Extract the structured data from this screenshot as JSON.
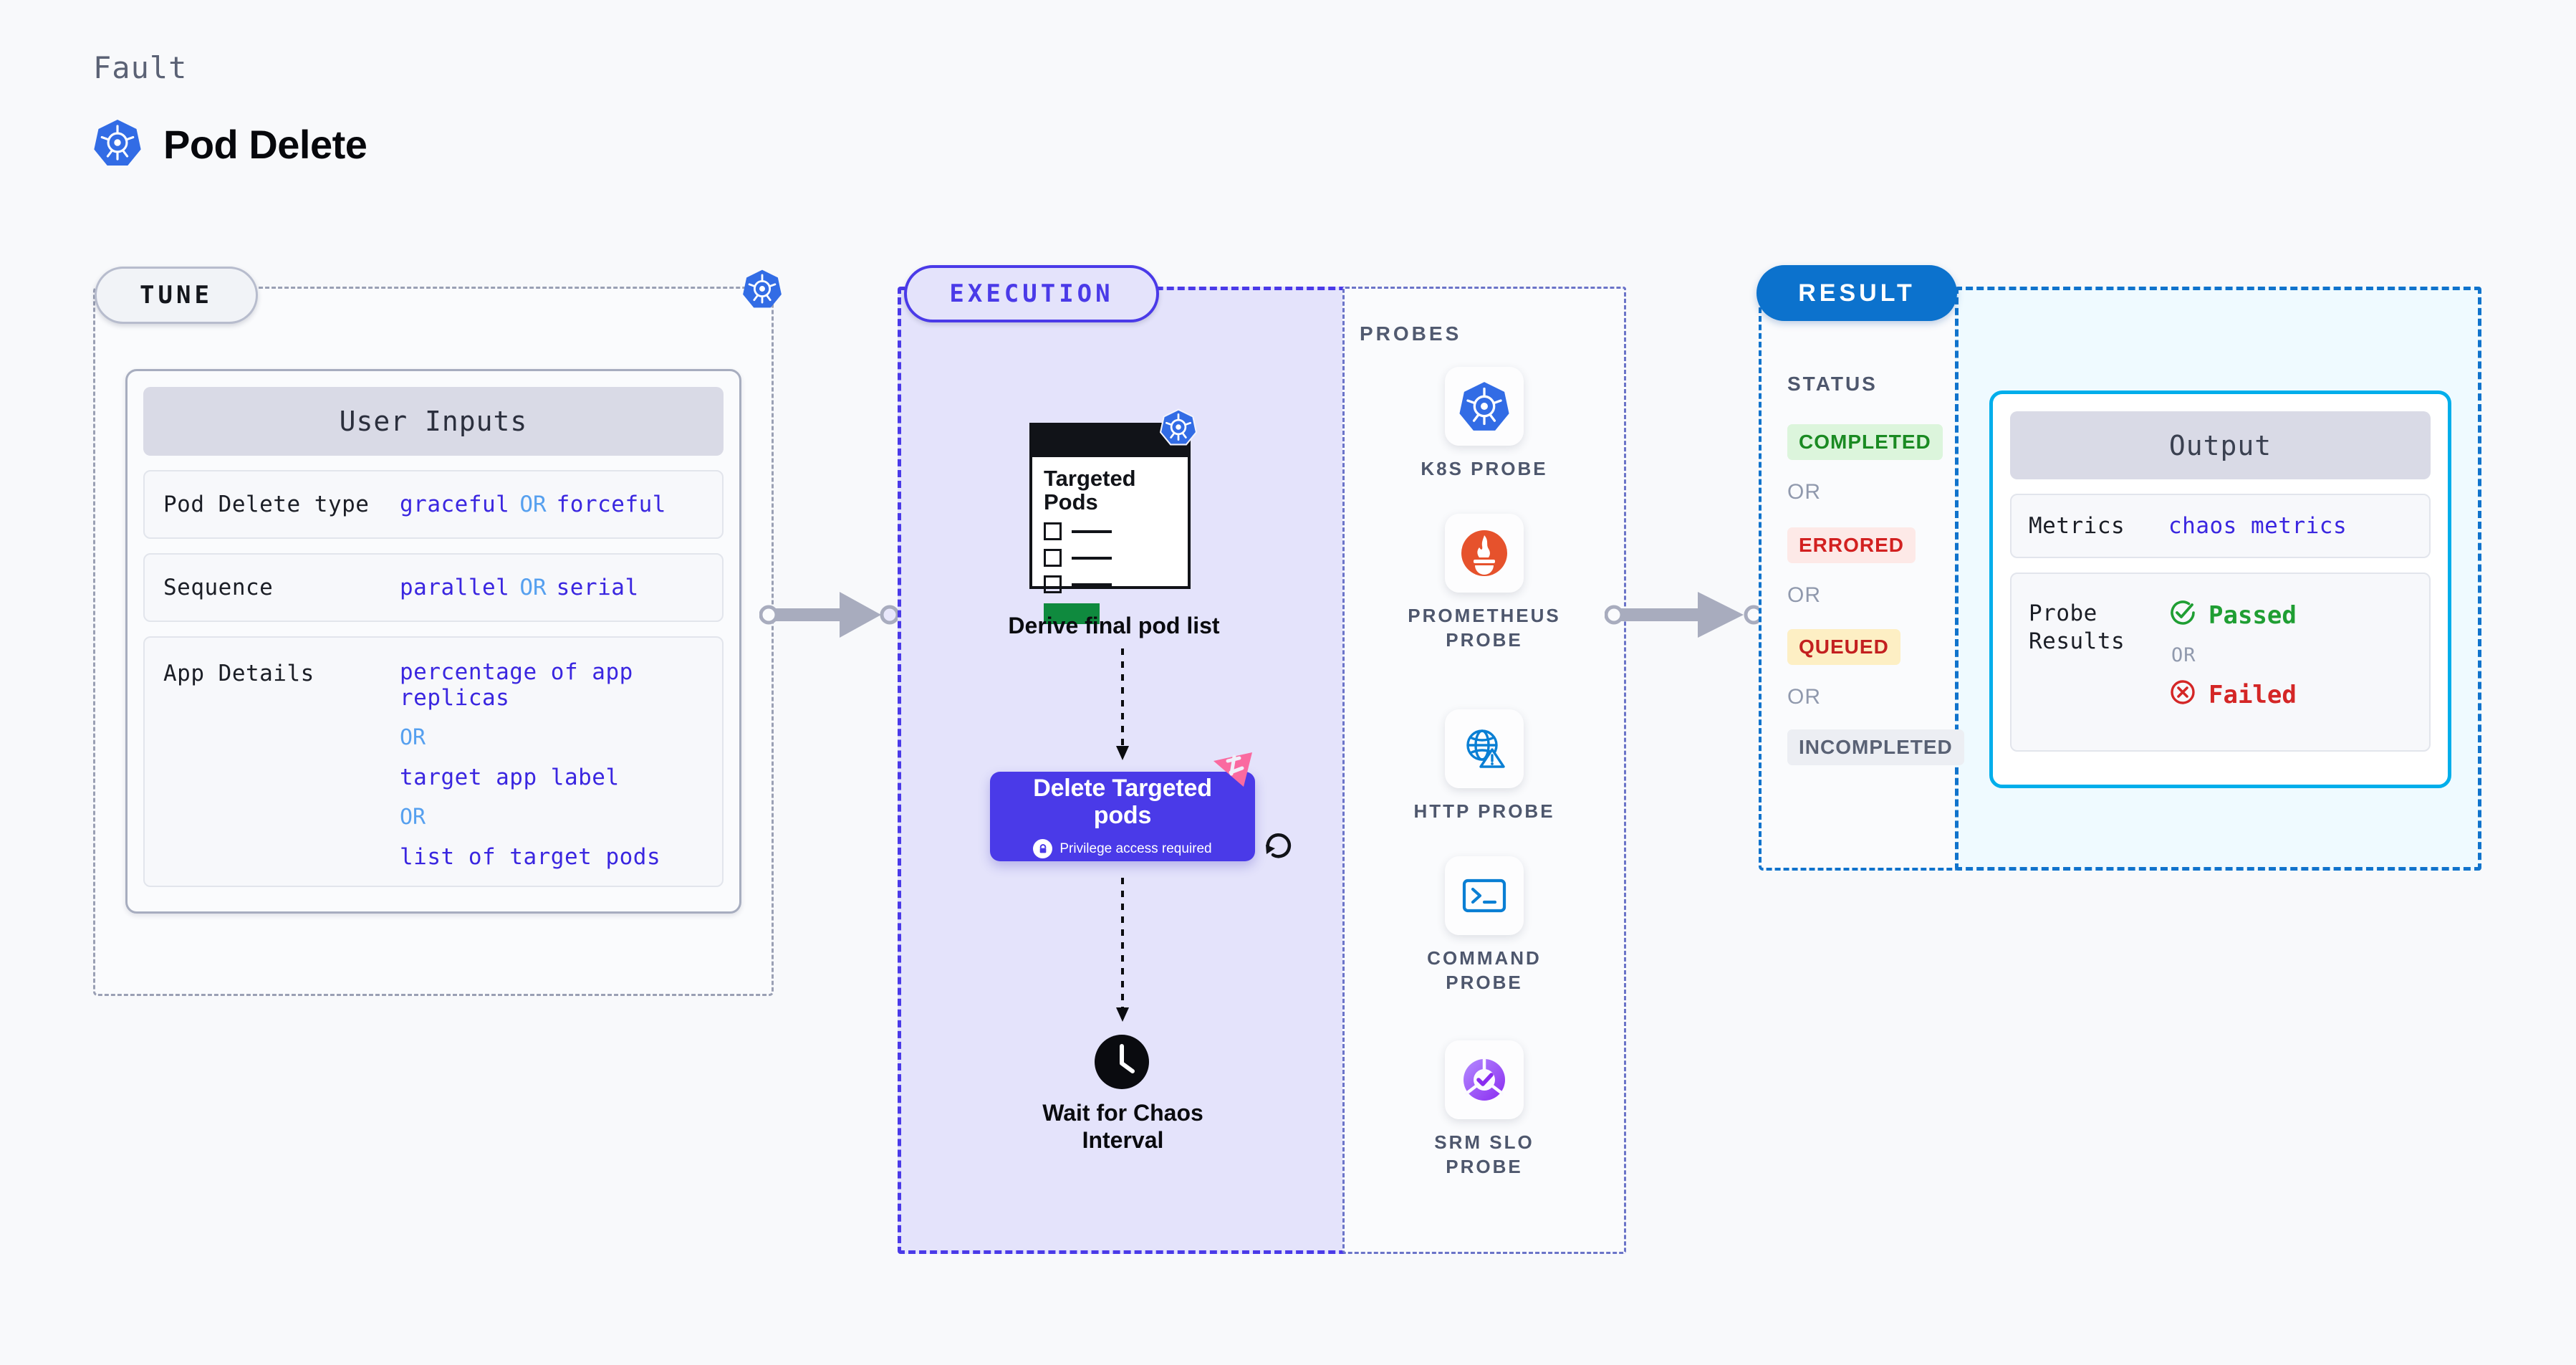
{
  "header": {
    "eyebrow": "Fault",
    "title": "Pod Delete",
    "icon": "kubernetes-icon"
  },
  "tune": {
    "pill_label": "TUNE",
    "badge_icon": "kubernetes-icon",
    "card": {
      "header": "User Inputs",
      "rows": [
        {
          "key": "Pod Delete type",
          "values": [
            "graceful",
            "forceful"
          ],
          "separator": "OR",
          "layout": "inline"
        },
        {
          "key": "Sequence",
          "values": [
            "parallel",
            "serial"
          ],
          "separator": "OR",
          "layout": "inline"
        },
        {
          "key": "App Details",
          "values": [
            "percentage of app replicas",
            "target app label",
            "list of target pods"
          ],
          "separator": "OR",
          "layout": "stacked"
        }
      ]
    }
  },
  "execution": {
    "pill_label": "EXECUTION",
    "nodes": [
      {
        "id": "derive-pod-list",
        "caption": "Derive final pod list",
        "card_title": "Targeted\nPods",
        "card_title_line1": "Targeted",
        "card_title_line2": "Pods",
        "badge_icon": "kubernetes-icon",
        "checkbox_count": 3
      },
      {
        "id": "delete-targeted-pods",
        "title": "Delete Targeted pods",
        "subtitle": "Privilege access required",
        "subtitle_icon": "lock-icon",
        "ribbon_icon": "chaos-flag-icon",
        "side_icon": "retry-loop-icon"
      },
      {
        "id": "wait-chaos-interval",
        "caption": "Wait for Chaos Interval",
        "caption_line1": "Wait for Chaos",
        "caption_line2": "Interval",
        "icon": "clock-icon"
      }
    ]
  },
  "probes": {
    "label": "PROBES",
    "items": [
      {
        "label": "K8S PROBE",
        "label_line1": "K8S PROBE",
        "label_line2": "",
        "icon": "kubernetes-icon"
      },
      {
        "label": "PROMETHEUS PROBE",
        "label_line1": "PROMETHEUS",
        "label_line2": "PROBE",
        "icon": "prometheus-icon"
      },
      {
        "label": "HTTP PROBE",
        "label_line1": "HTTP PROBE",
        "label_line2": "",
        "icon": "http-globe-icon"
      },
      {
        "label": "COMMAND PROBE",
        "label_line1": "COMMAND",
        "label_line2": "PROBE",
        "icon": "terminal-icon"
      },
      {
        "label": "SRM SLO PROBE",
        "label_line1": "SRM SLO",
        "label_line2": "PROBE",
        "icon": "srm-slo-icon"
      }
    ]
  },
  "result": {
    "pill_label": "RESULT",
    "status_label": "STATUS",
    "or_label": "OR",
    "statuses": [
      {
        "label": "COMPLETED",
        "fg": "#1a8a22",
        "bg": "#dcf5dc"
      },
      {
        "label": "ERRORED",
        "fg": "#d22020",
        "bg": "#fde9e7"
      },
      {
        "label": "QUEUED",
        "fg": "#c32020",
        "bg": "#fdefc4"
      },
      {
        "label": "INCOMPLETED",
        "fg": "#5a6275",
        "bg": "#eceef3"
      }
    ],
    "output": {
      "header": "Output",
      "metrics_key": "Metrics",
      "metrics_value": "chaos metrics",
      "probe_results_key_line1": "Probe",
      "probe_results_key_line2": "Results",
      "passed_label": "Passed",
      "failed_label": "Failed",
      "or_label": "OR",
      "passed_icon": "check-circle-icon",
      "failed_icon": "x-circle-icon"
    }
  },
  "connectors": [
    {
      "id": "tune-to-execution",
      "icon": "arrow-right-icon"
    },
    {
      "id": "execution-to-result",
      "icon": "arrow-right-icon"
    }
  ],
  "colors": {
    "background": "#f8f9fb",
    "kubernetes_blue": "#326ce5",
    "execution_indigo": "#4a3ae8",
    "execution_fill": "#e4e3fb",
    "result_blue": "#0c72cd",
    "output_cyan": "#00aeeb",
    "output_fill": "#effaff",
    "value_violet": "#3a26e0",
    "or_blue": "#56a0ef",
    "prometheus_orange": "#e6522c",
    "pass_green": "#1f9e33",
    "fail_red": "#d42626",
    "ribbon_pink": "#fa6aa0"
  }
}
